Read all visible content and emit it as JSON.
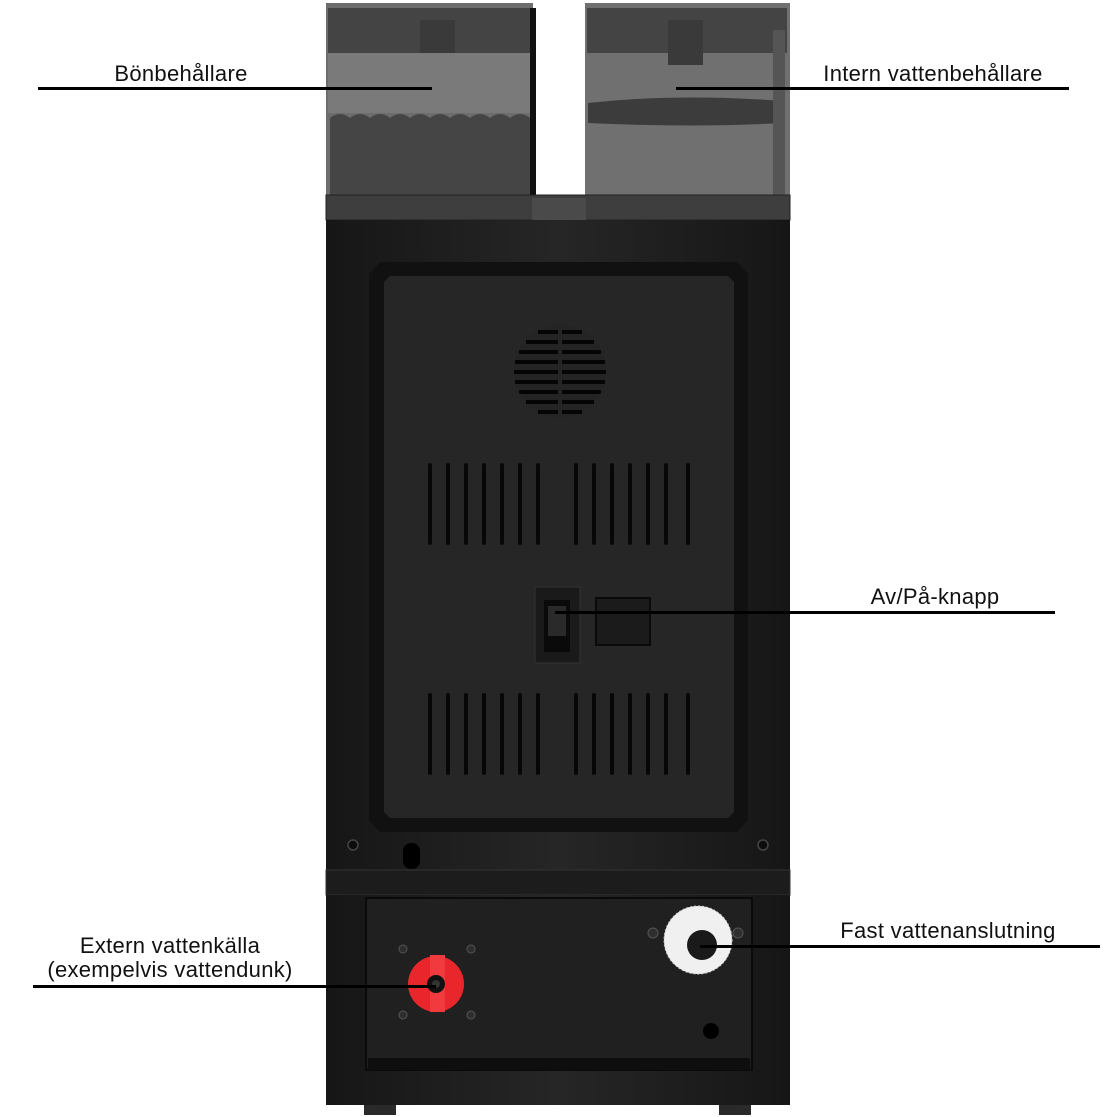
{
  "labels": {
    "bean_hopper": "Bönbehållare",
    "internal_water_tank": "Intern vattenbehållare",
    "power_switch": "Av/På-knapp",
    "external_water_line1": "Extern vattenkälla",
    "external_water_line2": "(exempelvis vattendunk)",
    "fixed_water_connection": "Fast vattenanslutning"
  },
  "colors": {
    "body": "#1e1e1e",
    "hopper": "#5e5e5e",
    "valve_red": "#e8262b",
    "fitting_white": "#f2f2f2",
    "leader": "#000000"
  }
}
